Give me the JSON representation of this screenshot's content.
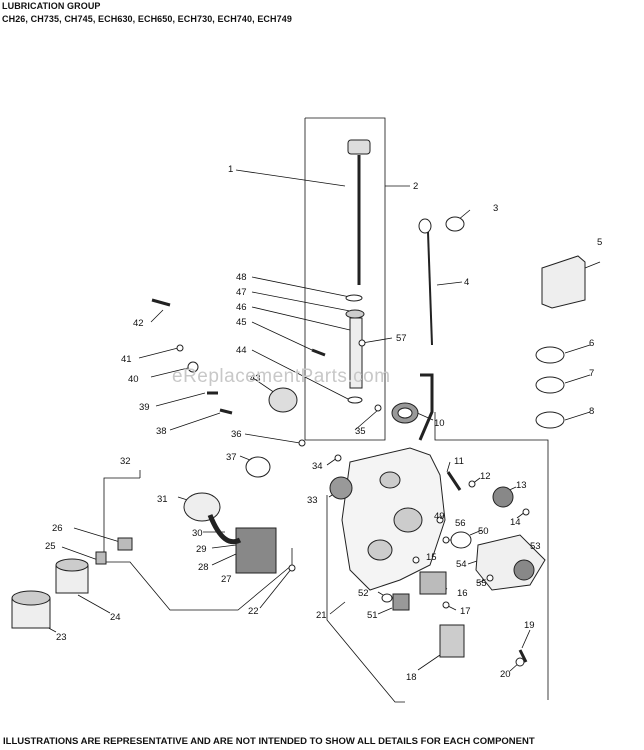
{
  "header": {
    "title": "LUBRICATION GROUP",
    "models": "CH26, CH735, CH745, ECH630,  ECH650,  ECH730, ECH740, ECH749"
  },
  "footer": "ILLUSTRATIONS ARE REPRESENTATIVE AND ARE NOT INTENDED TO SHOW ALL DETAILS FOR EACH COMPONENT",
  "watermark": "eReplacementParts.com",
  "callouts": [
    "1",
    "2",
    "3",
    "4",
    "5",
    "6",
    "7",
    "8",
    "10",
    "11",
    "12",
    "13",
    "14",
    "15",
    "16",
    "17",
    "18",
    "19",
    "20",
    "21",
    "22",
    "23",
    "24",
    "25",
    "26",
    "27",
    "28",
    "29",
    "30",
    "31",
    "32",
    "33",
    "34",
    "35",
    "36",
    "37",
    "38",
    "39",
    "40",
    "41",
    "42",
    "43",
    "44",
    "45",
    "46",
    "47",
    "48",
    "49",
    "50",
    "51",
    "52",
    "53",
    "54",
    "55",
    "56",
    "57"
  ],
  "colors": {
    "line": "#111111",
    "part": "#333333",
    "watermark": "#c8c8c8"
  }
}
